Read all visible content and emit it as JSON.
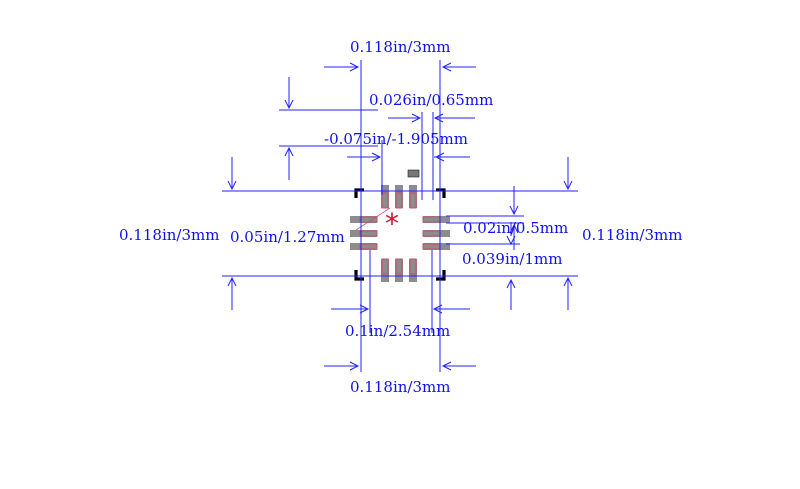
{
  "colors": {
    "dimension": "#2222ff",
    "dimension_text": "#1010ee",
    "pad": "#8c8c8c",
    "pad_outline": "#c8506a",
    "body_outline": "#000000",
    "pin1_marker": "#cc1030"
  },
  "dimensions": {
    "top_width": "0.118in/3mm",
    "pitch": "0.026in/0.65mm",
    "offset": "-0.075in/-1.905mm",
    "left_height": "0.118in/3mm",
    "left_span": "0.05in/1.27mm",
    "pad_width": "0.02in/0.5mm",
    "right_height": "0.118in/3mm",
    "pad_length": "0.039in/1mm",
    "row_span": "0.1in/2.54mm",
    "bottom_width": "0.118in/3mm"
  },
  "pin1_marker": "*"
}
